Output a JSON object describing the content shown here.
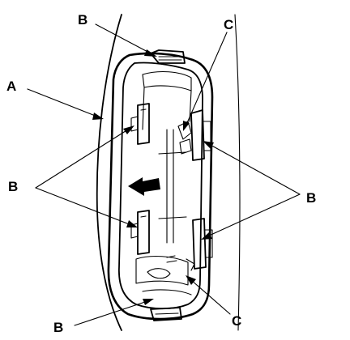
{
  "callouts": {
    "a": "A",
    "b_top": "B",
    "b_left": "B",
    "b_right": "B",
    "b_bottom": "B",
    "c_top": "C",
    "c_bottom": "C"
  },
  "colors": {
    "line": "#000000",
    "background": "#ffffff"
  },
  "icons": {
    "direction_arrow": "filled-arrow-pointing-left"
  }
}
